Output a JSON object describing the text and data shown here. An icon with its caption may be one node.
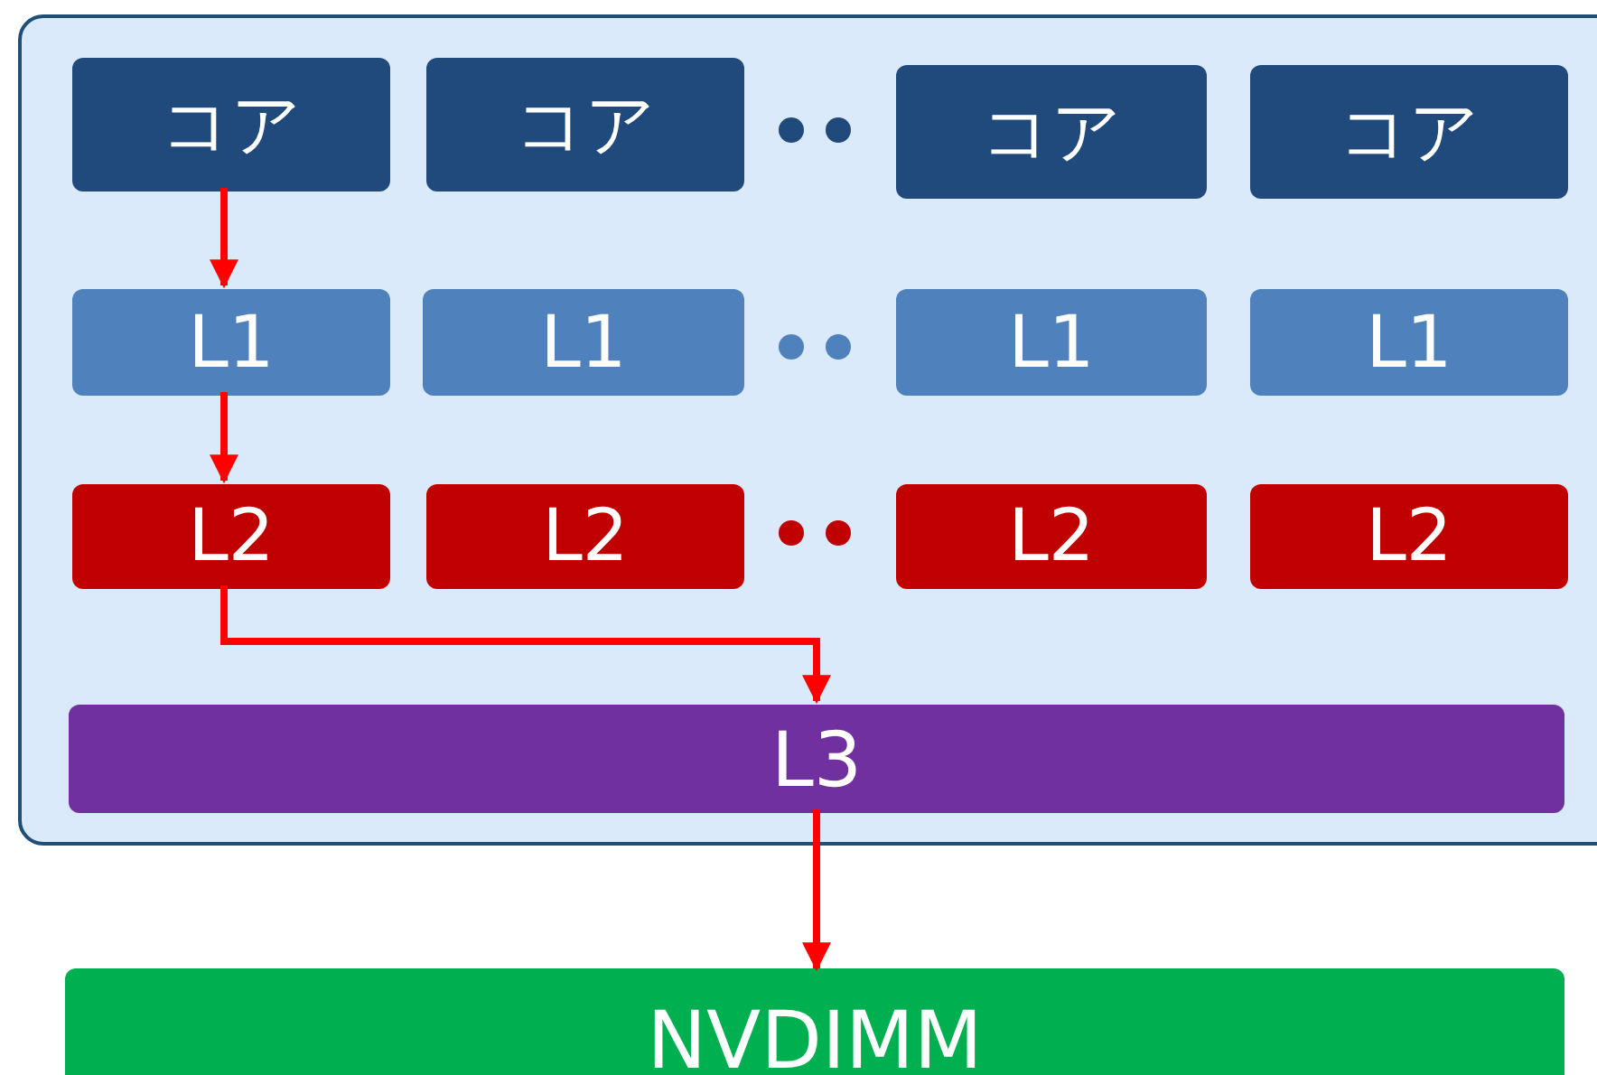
{
  "diagram": {
    "nodes": [
      {
        "text": [],
        "shape": "box"
      },
      {
        "text": [
          "コア"
        ],
        "in": 0
      },
      {
        "text": [
          "コア"
        ],
        "in": 0
      },
      {
        "text": [
          "コア"
        ],
        "in": 0
      },
      {
        "text": [
          "コア"
        ],
        "in": 0
      },
      {
        "text": [
          "L1"
        ],
        "in": 0
      },
      {
        "text": [
          "L1"
        ],
        "in": 0
      },
      {
        "text": [
          "L1"
        ],
        "in": 0
      },
      {
        "text": [
          "L1"
        ],
        "in": 0
      },
      {
        "text": [
          "L2"
        ],
        "in": 0
      },
      {
        "text": [
          "L2"
        ],
        "in": 0
      },
      {
        "text": [
          "L2"
        ],
        "in": 0
      },
      {
        "text": [
          "L2"
        ],
        "in": 0
      },
      {
        "text": [
          "L3"
        ],
        "in": 0
      },
      {
        "text": [
          "NVDIMM"
        ]
      }
    ],
    "edges": [
      {
        "from": 1,
        "to": 5,
        "arrow": "to"
      },
      {
        "from": 5,
        "to": 9,
        "arrow": "to"
      },
      {
        "from": 9,
        "to": 13,
        "arrow": "to"
      },
      {
        "from": 13,
        "to": 14,
        "arrow": "to"
      }
    ]
  }
}
